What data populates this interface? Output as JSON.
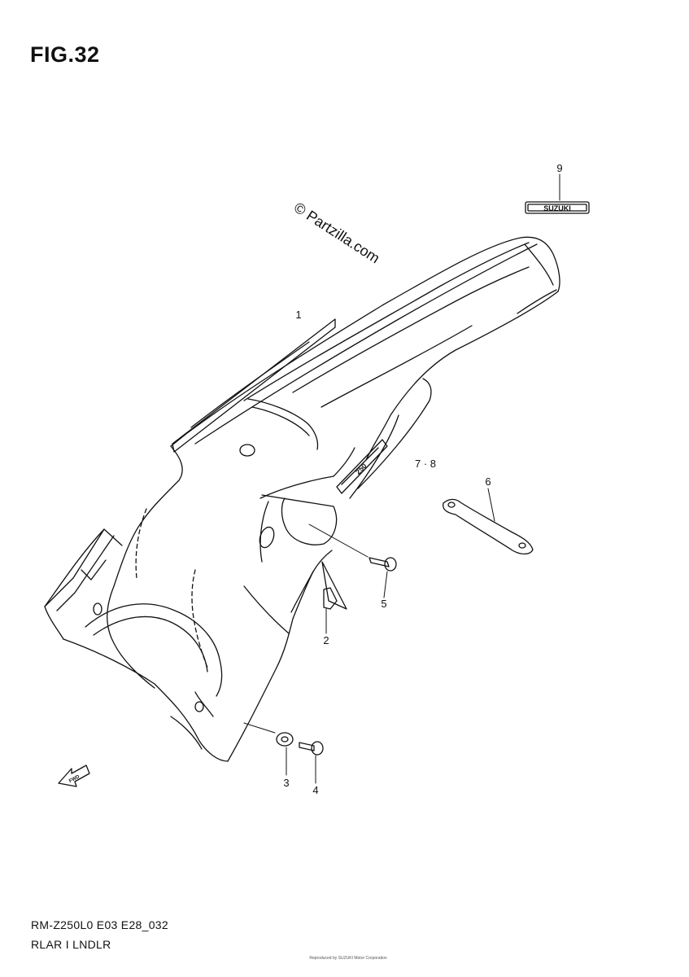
{
  "figure": {
    "title": "FIG.32",
    "watermark": "© Partzilla.com",
    "fwd_label": "FWD",
    "logo_text": "SUZUKI",
    "side_logo_text": "250"
  },
  "callouts": [
    {
      "label": "1"
    },
    {
      "label": "2"
    },
    {
      "label": "3"
    },
    {
      "label": "4"
    },
    {
      "label": "5"
    },
    {
      "label": "6"
    },
    {
      "label": "7 · 8"
    },
    {
      "label": "9"
    }
  ],
  "footer": {
    "model_code": "RM-Z250L0 E03 E28_032",
    "part_name": "RLAR I LNDLR",
    "small_print": "Reproduced by SUZUKI Motor Corporation"
  }
}
